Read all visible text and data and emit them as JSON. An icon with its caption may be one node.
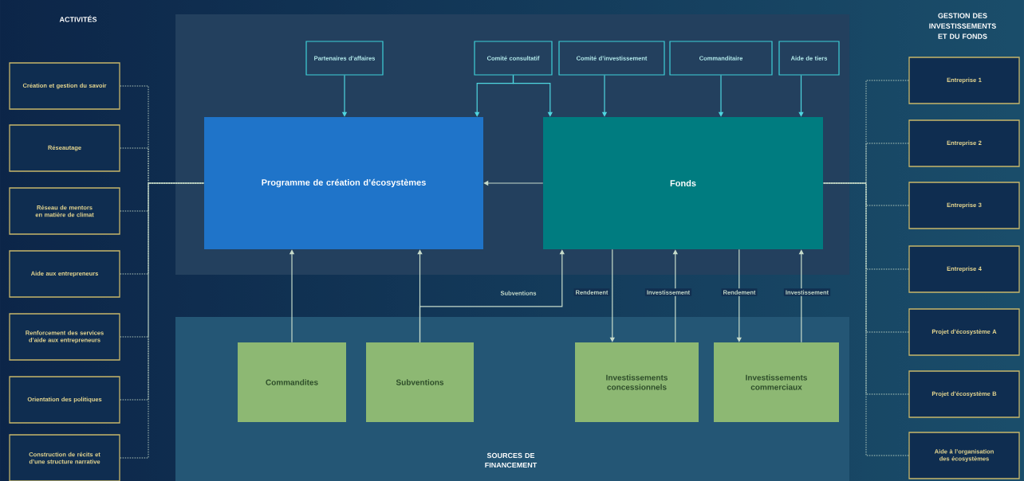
{
  "diagram": {
    "nodes": [
      {
        "text": [
          "Partenaires d’affaires"
        ]
      },
      {
        "text": [
          "Comité consultatif"
        ]
      },
      {
        "text": [
          "Comité d’investissement"
        ]
      },
      {
        "text": [
          "Commanditaire"
        ]
      },
      {
        "text": [
          "Aide de tiers"
        ]
      },
      {
        "text": [
          "Programme de création d’écosystèmes"
        ]
      },
      {
        "text": [
          "Fonds"
        ]
      },
      {
        "text": [
          "SOURCES DE FINANCEMENT"
        ]
      },
      {
        "text": [
          "Commandites"
        ],
        "in": 7
      },
      {
        "text": [
          "Subventions"
        ],
        "in": 7
      },
      {
        "text": [
          "Investissements concessionnels"
        ],
        "in": 7
      },
      {
        "text": [
          "Investissements commerciaux"
        ],
        "in": 7
      },
      {
        "text": [
          "Création et gestion du savoir"
        ]
      },
      {
        "text": [
          "Réseautage"
        ]
      },
      {
        "text": [
          "Réseau de mentors en matière de climat"
        ]
      },
      {
        "text": [
          "Aide aux entrepreneurs"
        ]
      },
      {
        "text": [
          "Renforcement des services d’aide aux entrepreneurs"
        ]
      },
      {
        "text": [
          "Orientation des politiques"
        ]
      },
      {
        "text": [
          "Construction de récits et d’une structure narrative"
        ]
      },
      {
        "text": [
          "Entreprise 1"
        ]
      },
      {
        "text": [
          "Entreprise 2"
        ]
      },
      {
        "text": [
          "Entreprise 3"
        ]
      },
      {
        "text": [
          "Entreprise 4"
        ]
      },
      {
        "text": [
          "Projet d’écosystème A"
        ]
      },
      {
        "text": [
          "Projet d’écosystème B"
        ]
      },
      {
        "text": [
          "Aide à l’organisation des écosystèmes"
        ]
      }
    ],
    "edges": [
      {
        "from": 0,
        "to": 5,
        "arrow": "to",
        "color": "#4fd6e0"
      },
      {
        "from": 1,
        "to": 5,
        "arrow": "to",
        "color": "#4fd6e0"
      },
      {
        "from": 1,
        "to": 6,
        "arrow": "to",
        "color": "#4fd6e0"
      },
      {
        "from": 2,
        "to": 6,
        "arrow": "to",
        "color": "#4fd6e0"
      },
      {
        "from": 3,
        "to": 6,
        "arrow": "to",
        "color": "#4fd6e0"
      },
      {
        "from": 4,
        "to": 6,
        "arrow": "to",
        "color": "#4fd6e0"
      },
      {
        "from": 6,
        "to": 5,
        "arrow": "to"
      },
      {
        "from": 8,
        "to": 5,
        "arrow": "to"
      },
      {
        "from": 9,
        "to": 5,
        "arrow": "to"
      },
      {
        "from": 9,
        "to": 6,
        "arrow": "to",
        "label": "Subventions"
      },
      {
        "from": 6,
        "to": 10,
        "arrow": "to",
        "label": "Rendement"
      },
      {
        "from": 10,
        "to": 6,
        "arrow": "to",
        "label": "Investissement"
      },
      {
        "from": 6,
        "to": 11,
        "arrow": "to",
        "label": "Rendement"
      },
      {
        "from": 11,
        "to": 6,
        "arrow": "to",
        "label": "Investissement"
      },
      {
        "from": 12,
        "to": 5,
        "arrow": "none",
        "style": "dashed"
      },
      {
        "from": 13,
        "to": 5,
        "arrow": "none",
        "style": "dashed"
      },
      {
        "from": 14,
        "to": 5,
        "arrow": "none",
        "style": "dashed"
      },
      {
        "from": 15,
        "to": 5,
        "arrow": "none",
        "style": "dashed"
      },
      {
        "from": 16,
        "to": 5,
        "arrow": "none",
        "style": "dashed"
      },
      {
        "from": 17,
        "to": 5,
        "arrow": "none",
        "style": "dashed"
      },
      {
        "from": 18,
        "to": 5,
        "arrow": "none",
        "style": "dashed"
      },
      {
        "from": 19,
        "to": 6,
        "arrow": "none",
        "style": "dashed"
      },
      {
        "from": 20,
        "to": 6,
        "arrow": "none",
        "style": "dashed"
      },
      {
        "from": 21,
        "to": 6,
        "arrow": "none",
        "style": "dashed"
      },
      {
        "from": 22,
        "to": 6,
        "arrow": "none",
        "style": "dashed"
      },
      {
        "from": 23,
        "to": 6,
        "arrow": "none",
        "style": "dashed"
      },
      {
        "from": 24,
        "to": 6,
        "arrow": "none",
        "style": "dashed"
      },
      {
        "from": 25,
        "to": 6,
        "arrow": "none",
        "style": "dashed"
      }
    ],
    "labels": [
      "ACTIVITÉS",
      "GESTION DES INVESTISSEMENTS ET DU FONDS"
    ]
  }
}
